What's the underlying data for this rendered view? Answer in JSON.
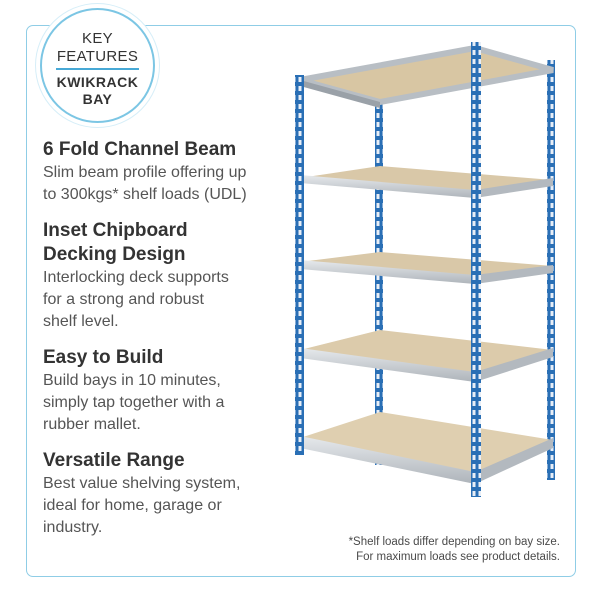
{
  "badge": {
    "key_features": [
      "KEY",
      "FEATURES"
    ],
    "product": [
      "KWIKRACK",
      "BAY"
    ]
  },
  "features": [
    {
      "title": [
        "6 Fold Channel Beam"
      ],
      "body": [
        "Slim beam profile offering up",
        "to 300kgs* shelf loads (UDL)"
      ]
    },
    {
      "title": [
        "Inset Chipboard",
        "Decking Design"
      ],
      "body": [
        "Interlocking deck supports",
        "for a strong and robust",
        "shelf level."
      ]
    },
    {
      "title": [
        "Easy to Build"
      ],
      "body": [
        "Build bays in 10 minutes,",
        "simply tap together with a",
        "rubber mallet."
      ]
    },
    {
      "title": [
        "Versatile Range"
      ],
      "body": [
        "Best value shelving system,",
        "ideal for home, garage or",
        "industry."
      ]
    }
  ],
  "footnote": [
    "*Shelf loads differ depending on bay size.",
    "For maximum loads see product details."
  ],
  "colors": {
    "upright_blue": "#2a6fb5",
    "frame_border": "#8fcde6",
    "badge_rule": "#47a9d6",
    "steel": "#c9ced3",
    "chipboard": "#d9c8a8"
  },
  "image": {
    "subject": "five-tier blue and galvanised steel shelving bay with chipboard shelves"
  }
}
